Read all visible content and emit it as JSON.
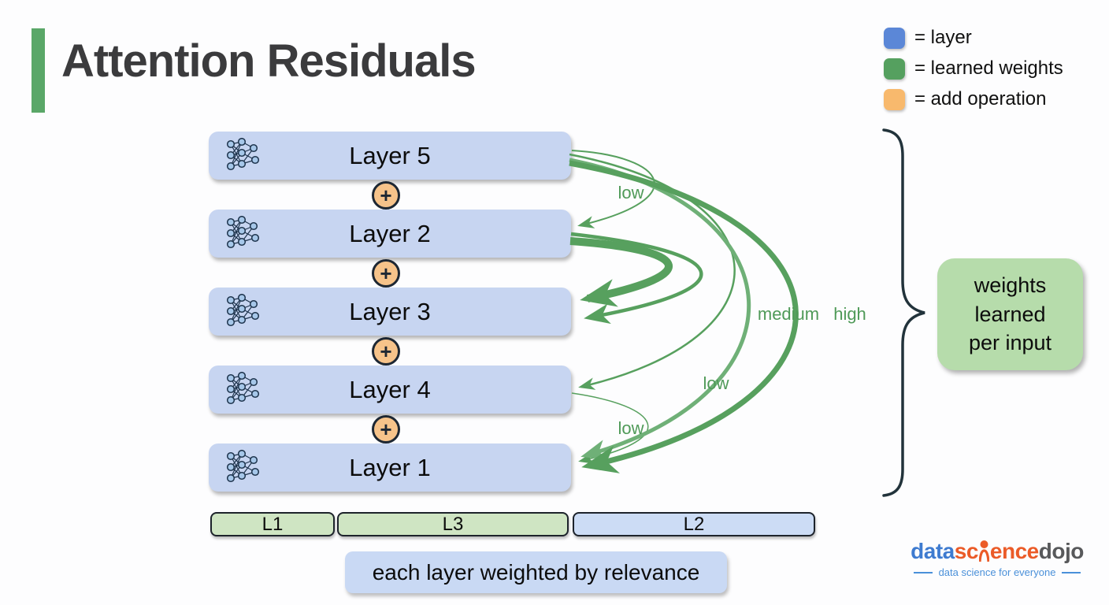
{
  "title": "Attention Residuals",
  "legend": {
    "items": [
      {
        "label": "= layer",
        "color": "#5b87d7"
      },
      {
        "label": "= learned weights",
        "color": "#55a05f"
      },
      {
        "label": "= add operation",
        "color": "#f8b96d"
      }
    ]
  },
  "stack": {
    "layers": [
      {
        "label": "Layer 5"
      },
      {
        "label": "Layer 2"
      },
      {
        "label": "Layer 3"
      },
      {
        "label": "Layer 4"
      },
      {
        "label": "Layer 1"
      }
    ],
    "add_symbol": "+"
  },
  "connections": [
    {
      "from": "Layer 5",
      "to": "Layer 2",
      "weight": "low",
      "thickness": "thin"
    },
    {
      "from": "Layer 2",
      "to": "Layer 3",
      "weight": "",
      "thickness": "very-thick"
    },
    {
      "from": "Layer 2",
      "to": "Layer 3",
      "weight": "",
      "thickness": "medium"
    },
    {
      "from": "Layer 5",
      "to": "Layer 4",
      "weight": "low",
      "thickness": "thin"
    },
    {
      "from": "Layer 4",
      "to": "Layer 1",
      "weight": "low",
      "thickness": "thin"
    },
    {
      "from": "Layer 5",
      "to": "Layer 1",
      "weight": "medium",
      "thickness": "medium"
    },
    {
      "from": "Layer 5",
      "to": "Layer 1",
      "weight": "high",
      "thickness": "thick"
    }
  ],
  "annotation": {
    "lines": [
      "weights",
      "learned",
      "per input"
    ]
  },
  "relevance_bar": {
    "segments": [
      {
        "label": "L1",
        "color": "#cfe5c3"
      },
      {
        "label": "L3",
        "color": "#cfe5c3"
      },
      {
        "label": "L2",
        "color": "#ccdcf5"
      }
    ]
  },
  "caption": "each layer weighted by relevance",
  "logo": {
    "word1": "data",
    "science_prefix": "sc",
    "science_suffix": "ence",
    "word3": "dojo",
    "tagline": "data science for everyone"
  },
  "colors": {
    "arrow_green": "#57a05e",
    "layer_blue": "#c7d5f1",
    "add_orange": "#f6c38a",
    "note_green": "#b6dcab",
    "caption_blue": "#c9d9f4",
    "accent_green": "#5aa768"
  }
}
